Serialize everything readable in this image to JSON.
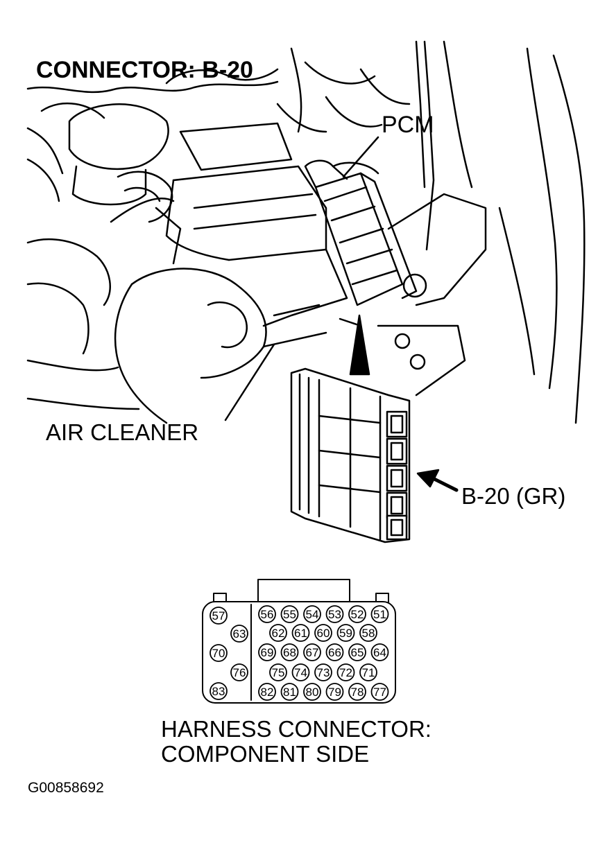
{
  "title": "CONNECTOR: B-20",
  "labels": {
    "pcm": "PCM",
    "air_cleaner": "AIR CLEANER",
    "connector": "B-20 (GR)",
    "harness_line1": "HARNESS CONNECTOR:",
    "harness_line2": "COMPONENT SIDE",
    "figure_code": "G00858692"
  },
  "pins": {
    "left_column": [
      "57",
      "63",
      "70",
      "76",
      "83"
    ],
    "rows": [
      [
        "56",
        "55",
        "54",
        "53",
        "52",
        "51"
      ],
      [
        "62",
        "61",
        "60",
        "59",
        "58"
      ],
      [
        "69",
        "68",
        "67",
        "66",
        "65",
        "64"
      ],
      [
        "75",
        "74",
        "73",
        "72",
        "71"
      ],
      [
        "82",
        "81",
        "80",
        "79",
        "78",
        "77"
      ]
    ]
  }
}
